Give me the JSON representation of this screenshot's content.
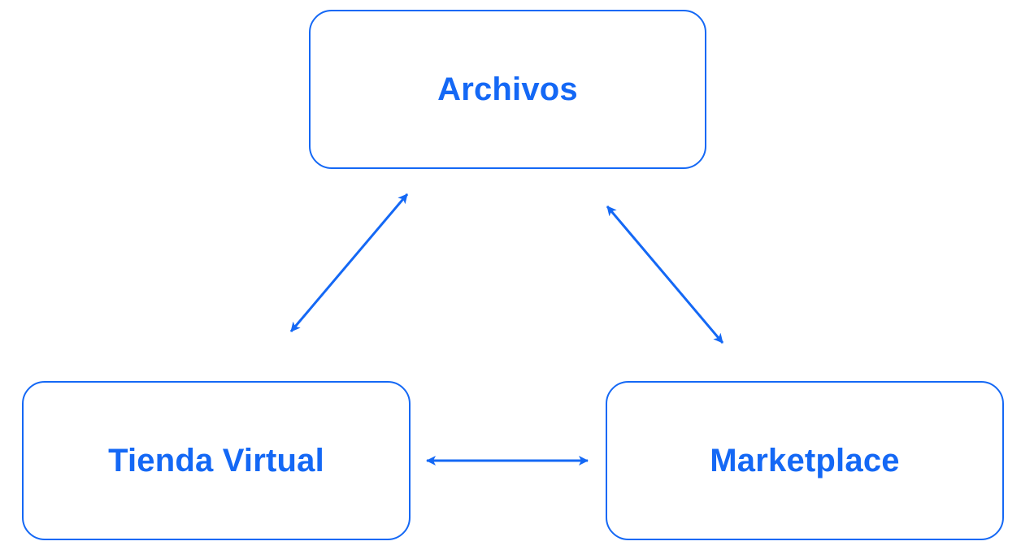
{
  "nodes": {
    "archivos": "Archivos",
    "tienda_virtual": "Tienda Virtual",
    "marketplace": "Marketplace"
  },
  "connections": [
    {
      "from": "Archivos",
      "to": "Tienda Virtual",
      "direction": "bidirectional"
    },
    {
      "from": "Archivos",
      "to": "Marketplace",
      "direction": "bidirectional"
    },
    {
      "from": "Tienda Virtual",
      "to": "Marketplace",
      "direction": "bidirectional"
    }
  ],
  "colors": {
    "accent": "#1468f5",
    "background": "#ffffff"
  }
}
